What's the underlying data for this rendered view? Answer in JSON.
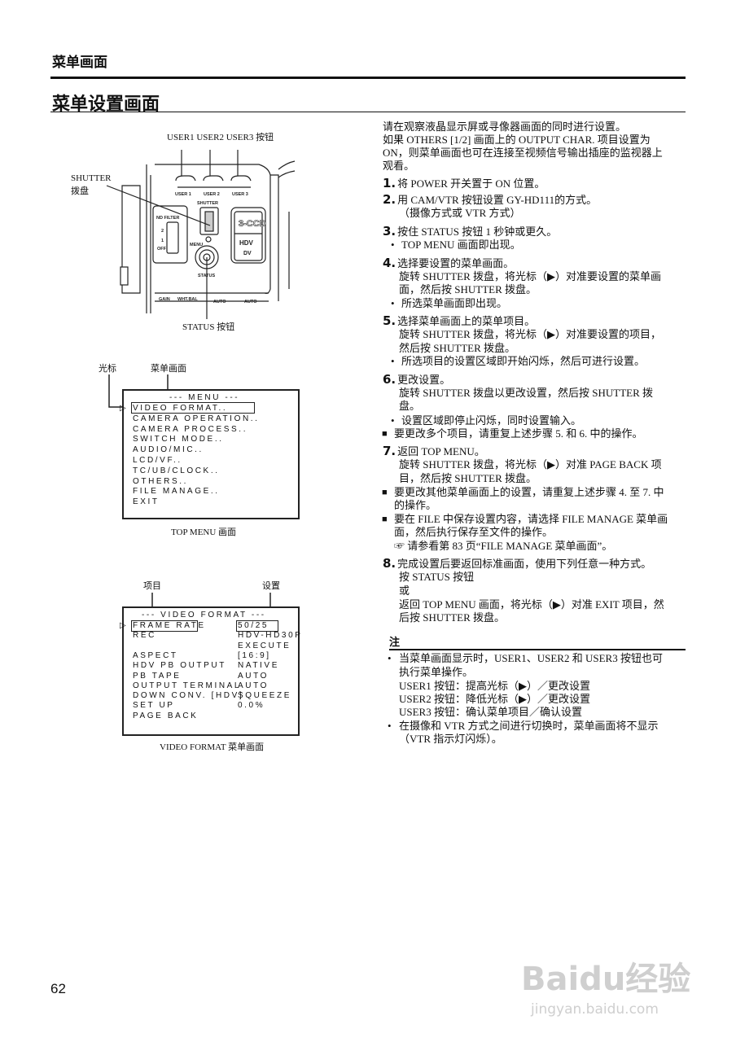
{
  "header": {
    "section": "菜单画面",
    "title": "菜单设置画面"
  },
  "camera_figure": {
    "labels": {
      "user_buttons": "USER1  USER2  USER3 按钮",
      "shutter_line1": "SHUTTER",
      "shutter_line2": "拨盘",
      "status": "STATUS 按钮"
    },
    "panel_text": {
      "user1": "USER 1",
      "user2": "USER 2",
      "user3": "USER 3",
      "shutter": "SHUTTER",
      "nd_filter": "ND FILTER",
      "nd_2": "2",
      "nd_1": "1",
      "nd_off": "OFF",
      "menu": "MENU",
      "status": "STATUS",
      "gain": "GAIN",
      "wht_bal": "WHT.BAL",
      "auto1": "AUTO",
      "auto2": "AUTO",
      "ccd": "3-CCD",
      "hdv": "HDV",
      "dv": "DV"
    }
  },
  "top_menu": {
    "label_cursor": "光标",
    "label_menu_screen": "菜单画面",
    "header": "--- MENU ---",
    "cursor": "▷",
    "items": [
      "VIDEO FORMAT..",
      "CAMERA OPERATION..",
      "CAMERA PROCESS..",
      "SWITCH MODE..",
      "AUDIO/MIC..",
      "LCD/VF..",
      "TC/UB/CLOCK..",
      "OTHERS..",
      "FILE MANAGE..",
      "EXIT"
    ],
    "caption": "TOP MENU 画面"
  },
  "video_format_menu": {
    "label_item": "项目",
    "label_setting": "设置",
    "header": "--- VIDEO FORMAT ---",
    "cursor": "▷",
    "rows": [
      {
        "item": "FRAME RATE",
        "value": "50/25"
      },
      {
        "item": "REC",
        "value": "HDV-HD30P"
      },
      {
        "item": "",
        "value": "EXECUTE"
      },
      {
        "item": "ASPECT",
        "value": "[16:9]"
      },
      {
        "item": "HDV PB OUTPUT",
        "value": "NATIVE"
      },
      {
        "item": "PB TAPE",
        "value": "AUTO"
      },
      {
        "item": "OUTPUT TERMINAL",
        "value": "AUTO"
      },
      {
        "item": "DOWN CONV. [HDV]",
        "value": "SQUEEZE"
      },
      {
        "item": "SET UP",
        "value": "0.0%"
      },
      {
        "item": "PAGE BACK",
        "value": ""
      }
    ],
    "caption": "VIDEO FORMAT 菜单画面"
  },
  "instructions": [
    {
      "kind": "plain",
      "text": "请在观察液晶显示屏或寻像器画面的同时进行设置。"
    },
    {
      "kind": "plain",
      "text": "如果 OTHERS [1/2] 画面上的 OUTPUT CHAR. 项目设置为"
    },
    {
      "kind": "plain",
      "text": "ON，则菜单画面也可在连接至视频信号输出插座的监视器上"
    },
    {
      "kind": "plain",
      "text": "观看。"
    },
    {
      "kind": "step",
      "num": "1.",
      "text": "将 POWER 开关置于 ON 位置。"
    },
    {
      "kind": "step",
      "num": "2.",
      "text": "用 CAM/VTR 按钮设置 GY-HD111的方式。"
    },
    {
      "kind": "indent",
      "text": "（摄像方式或 VTR 方式）"
    },
    {
      "kind": "step",
      "num": "3.",
      "text": "按住 STATUS 按钮 1 秒钟或更久。"
    },
    {
      "kind": "bullet",
      "text": "TOP MENU 画面即出现。"
    },
    {
      "kind": "step",
      "num": "4.",
      "text": "选择要设置的菜单画面。"
    },
    {
      "kind": "indent",
      "text": "旋转 SHUTTER 拨盘，将光标（▶）对准要设置的菜单画"
    },
    {
      "kind": "indent",
      "text": "面，然后按 SHUTTER 拨盘。"
    },
    {
      "kind": "bullet",
      "text": "所选菜单画面即出现。"
    },
    {
      "kind": "step",
      "num": "5.",
      "text": "选择菜单画面上的菜单项目。"
    },
    {
      "kind": "indent",
      "text": "旋转 SHUTTER 拨盘，将光标（▶）对准要设置的项目，"
    },
    {
      "kind": "indent",
      "text": "然后按 SHUTTER 拨盘。"
    },
    {
      "kind": "bullet",
      "text": "所选项目的设置区域即开始闪烁，然后可进行设置。"
    },
    {
      "kind": "step",
      "num": "6.",
      "text": "更改设置。"
    },
    {
      "kind": "indent",
      "text": "旋转 SHUTTER 拨盘以更改设置，然后按 SHUTTER 拨"
    },
    {
      "kind": "indent",
      "text": "盘。"
    },
    {
      "kind": "bullet",
      "text": "设置区域即停止闪烁，同时设置输入。"
    },
    {
      "kind": "square",
      "text": "要更改多个项目，请重复上述步骤 5. 和 6. 中的操作。"
    },
    {
      "kind": "step",
      "num": "7.",
      "text": "返回 TOP MENU。"
    },
    {
      "kind": "indent",
      "text": "旋转 SHUTTER 拨盘，将光标（▶）对准 PAGE BACK 项"
    },
    {
      "kind": "indent",
      "text": "目，然后按 SHUTTER 拨盘。"
    },
    {
      "kind": "square",
      "text": "要更改其他菜单画面上的设置，请重复上述步骤 4. 至 7. 中"
    },
    {
      "kind": "cont",
      "text": "的操作。"
    },
    {
      "kind": "square",
      "text": "要在 FILE 中保存设置内容，请选择 FILE MANAGE 菜单画"
    },
    {
      "kind": "cont",
      "text": "面，然后执行保存至文件的操作。"
    },
    {
      "kind": "cont",
      "text": "☞ 请参看第 83 页“FILE MANAGE 菜单画面”。"
    },
    {
      "kind": "step",
      "num": "8.",
      "text": "完成设置后要返回标准画面，使用下列任意一种方式。"
    },
    {
      "kind": "indent",
      "text": "按 STATUS 按钮"
    },
    {
      "kind": "indent",
      "text": "或"
    },
    {
      "kind": "indent",
      "text": "返回 TOP MENU 画面，将光标（▶）对准 EXIT 项目，然"
    },
    {
      "kind": "indent",
      "text": "后按 SHUTTER 拨盘。"
    }
  ],
  "note": {
    "label": "注",
    "lines": [
      {
        "kind": "nbullet",
        "text": "当菜单画面显示时，USER1、USER2 和 USER3 按钮也可"
      },
      {
        "kind": "indent",
        "text": "执行菜单操作。"
      },
      {
        "kind": "indent",
        "text": "USER1 按钮：提高光标（▶）／更改设置"
      },
      {
        "kind": "indent",
        "text": "USER2 按钮：降低光标（▶）／更改设置"
      },
      {
        "kind": "indent",
        "text": "USER3 按钮：确认菜单项目／确认设置"
      },
      {
        "kind": "nbullet",
        "text": "在摄像和 VTR 方式之间进行切换时，菜单画面将不显示"
      },
      {
        "kind": "indent",
        "text": "（VTR 指示灯闪烁）。"
      }
    ]
  },
  "page_number": "62",
  "watermark": {
    "brand": "Baidu经验",
    "url": "jingyan.baidu.com"
  }
}
